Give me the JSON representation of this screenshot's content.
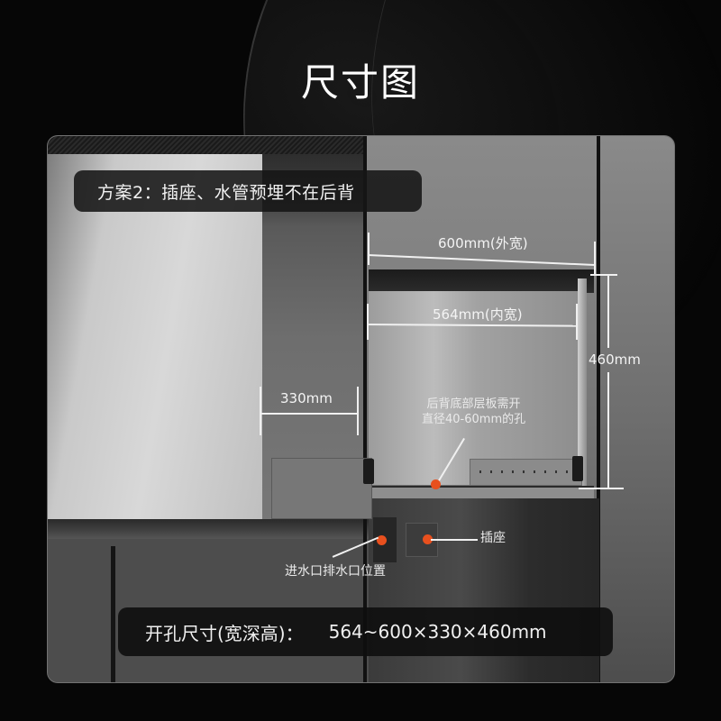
{
  "title": "尺寸图",
  "plan_label": "方案2：插座、水管预埋不在后背",
  "dimensions": {
    "outer_width": "600mm(外宽)",
    "inner_width": "564mm(内宽)",
    "height": "460mm",
    "depth": "330mm"
  },
  "annotations": {
    "hole_note_line1": "后背底部层板需开",
    "hole_note_line2": "直径40-60mm的孔",
    "socket": "插座",
    "water_inlet_outlet": "进水口排水口位置"
  },
  "spec": {
    "label": "开孔尺寸(宽深高)：",
    "value": "564~600×330×460mm"
  },
  "colors": {
    "marker": "#e8501e",
    "background": "#060606",
    "pill_bg": "#161616"
  }
}
